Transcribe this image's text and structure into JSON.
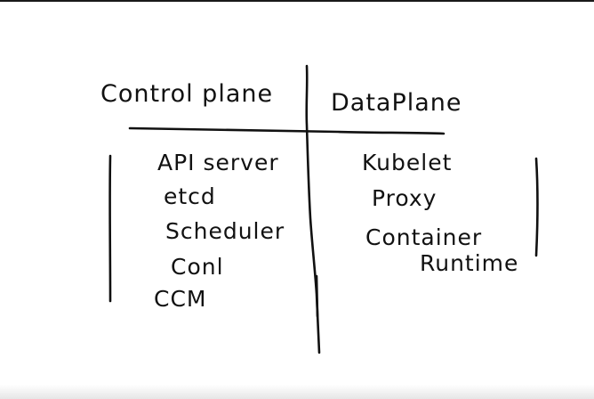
{
  "diagram": {
    "control_plane": {
      "heading": "Control plane",
      "items": [
        "API server",
        "etcd",
        "Scheduler",
        "Conl",
        "CCM"
      ]
    },
    "data_plane": {
      "heading": "DataPlane",
      "items": [
        "Kubelet",
        "Proxy",
        "Container",
        "Runtime"
      ]
    },
    "ink_color": "#111111",
    "background_color": "#ffffff"
  }
}
